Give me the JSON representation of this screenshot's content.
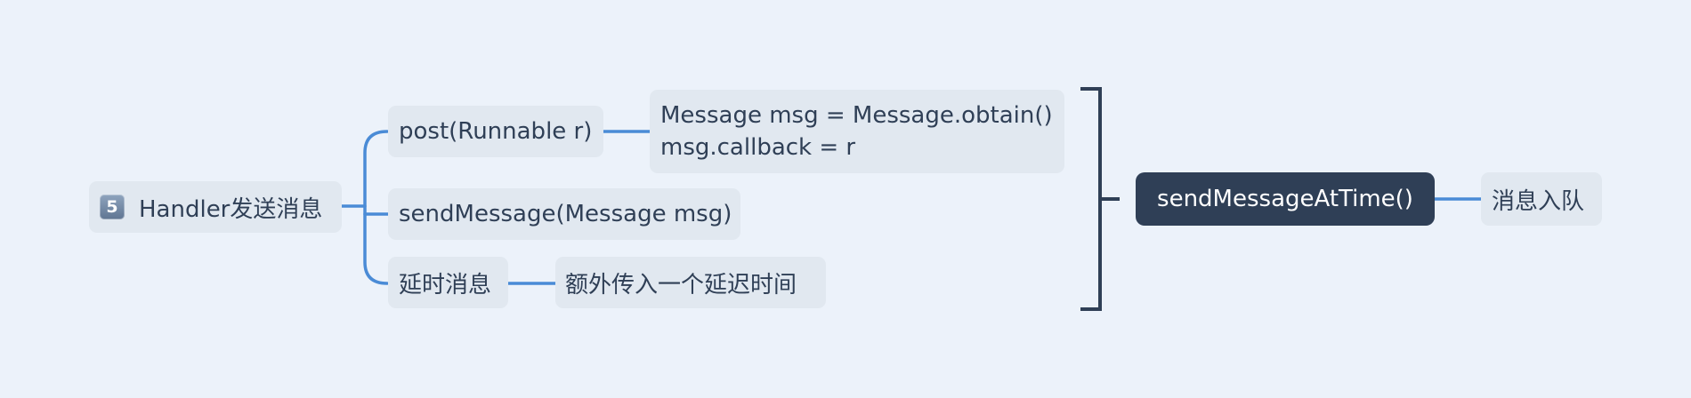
{
  "colors": {
    "background": "#ecf2fa",
    "node_fill": "#e1e8f0",
    "text": "#2f3f56",
    "connector": "#4a8bd6",
    "bracket": "#2f3f56",
    "dark_node_fill": "#2f3f56",
    "dark_node_text": "#ffffff"
  },
  "root": {
    "badge_text": "5",
    "label": "Handler发送消息"
  },
  "branches": {
    "post": {
      "label": "post(Runnable r)",
      "detail_line1": "Message msg =  Message.obtain()",
      "detail_line2": "msg.callback = r"
    },
    "send_message": {
      "label": "sendMessage(Message msg)"
    },
    "delayed": {
      "label": "延时消息",
      "detail": "额外传入一个延迟时间"
    }
  },
  "summary": {
    "label": "sendMessageAtTime()",
    "result": "消息入队"
  }
}
